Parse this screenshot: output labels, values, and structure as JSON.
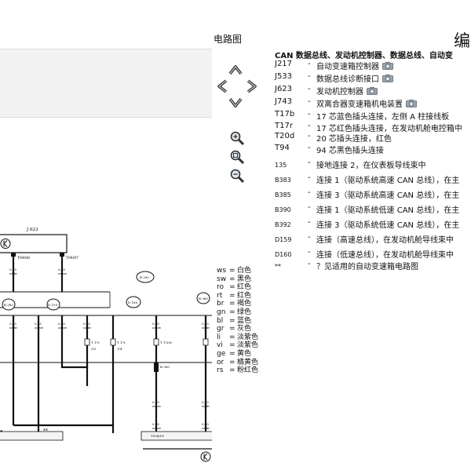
{
  "header": {
    "section_title": "电路图",
    "page_title_right": "编"
  },
  "legend": {
    "title": "CAN 数据总线、发动机控制器、数据总线、自动变",
    "items": [
      {
        "code": "J217",
        "dash": "-",
        "desc": "自动变速箱控制器",
        "camera": true,
        "small": false
      },
      {
        "code": "J533",
        "dash": "-",
        "desc": "数据总线诊断接口",
        "camera": true,
        "small": false
      },
      {
        "code": "J623",
        "dash": "-",
        "desc": "发动机控制器",
        "camera": true,
        "small": false
      },
      {
        "code": "J743",
        "dash": "-",
        "desc": "双离合器变速箱机电装置",
        "camera": true,
        "small": false
      },
      {
        "code": "T17b",
        "dash": "-",
        "desc": "17 芯蓝色插头连接，左侧 A 柱接线板",
        "camera": false,
        "small": false
      },
      {
        "code": "T17r",
        "dash": "-",
        "desc": "17 芯红色插头连接，在发动机舱电控箱中",
        "camera": false,
        "small": false
      },
      {
        "code": "T20d",
        "dash": "-",
        "desc": "20 芯插头连接，红色",
        "camera": false,
        "small": false
      },
      {
        "code": "T94",
        "dash": "-",
        "desc": "94 芯黑色插头连接",
        "camera": false,
        "small": false
      },
      {
        "code": "135",
        "dash": "-",
        "desc": "接地连接 2，在仪表板导线束中",
        "camera": false,
        "small": true
      },
      {
        "code": "B383",
        "dash": "-",
        "desc": "连接 1（驱动系统高速 CAN 总线），在主",
        "camera": false,
        "small": true
      },
      {
        "code": "B385",
        "dash": "-",
        "desc": "连接 3（驱动系统高速 CAN 总线），在主",
        "camera": false,
        "small": true
      },
      {
        "code": "B390",
        "dash": "-",
        "desc": "连接 1（驱动系统低速 CAN 总线），在主",
        "camera": false,
        "small": true
      },
      {
        "code": "B392",
        "dash": "-",
        "desc": "连接 3（驱动系统低速 CAN 总线），在主",
        "camera": false,
        "small": true
      },
      {
        "code": "D159",
        "dash": "-",
        "desc": "连接（高速总线），在发动机舱导线束中",
        "camera": false,
        "small": true
      },
      {
        "code": "D160",
        "dash": "-",
        "desc": "连接（低速总线），在发动机舱导线束中",
        "camera": false,
        "small": true
      },
      {
        "code": "**",
        "dash": "-",
        "desc": "？见适用的自动变速箱电路图",
        "camera": false,
        "small": true
      }
    ]
  },
  "wire_colors": [
    {
      "code": "ws",
      "eq": "=",
      "name": "白色"
    },
    {
      "code": "sw",
      "eq": "=",
      "name": "黑色"
    },
    {
      "code": "ro",
      "eq": "=",
      "name": "红色"
    },
    {
      "code": "rt",
      "eq": "=",
      "name": "红色"
    },
    {
      "code": "br",
      "eq": "=",
      "name": "褐色"
    },
    {
      "code": "gn",
      "eq": "=",
      "name": "绿色"
    },
    {
      "code": "bl",
      "eq": "=",
      "name": "蓝色"
    },
    {
      "code": "gr",
      "eq": "=",
      "name": "灰色"
    },
    {
      "code": "li",
      "eq": "=",
      "name": "淡紫色"
    },
    {
      "code": "vi",
      "eq": "=",
      "name": "淡紫色"
    },
    {
      "code": "ge",
      "eq": "=",
      "name": "黄色"
    },
    {
      "code": "or",
      "eq": "=",
      "name": "橘黄色"
    },
    {
      "code": "rs",
      "eq": "=",
      "name": "粉红色"
    }
  ],
  "diagram": {
    "component_label": "J 623",
    "pins": [
      "T94/68",
      "T94/87"
    ],
    "wire_specs": [
      "0,35",
      "or/br",
      "or/sw"
    ],
    "connectors": [
      "T 17r",
      "/15",
      "/14",
      "T 17r/8"
    ],
    "splices": [
      "B 393",
      "B 383",
      "D 159",
      "D 160",
      "B 385"
    ],
    "bottom_connector": "T20d/16",
    "double_star": "**"
  },
  "toolbar": {
    "buttons": [
      "pan-up",
      "pan-left",
      "pan-right",
      "pan-down",
      "zoom-in",
      "zoom-fit",
      "zoom-out"
    ]
  }
}
